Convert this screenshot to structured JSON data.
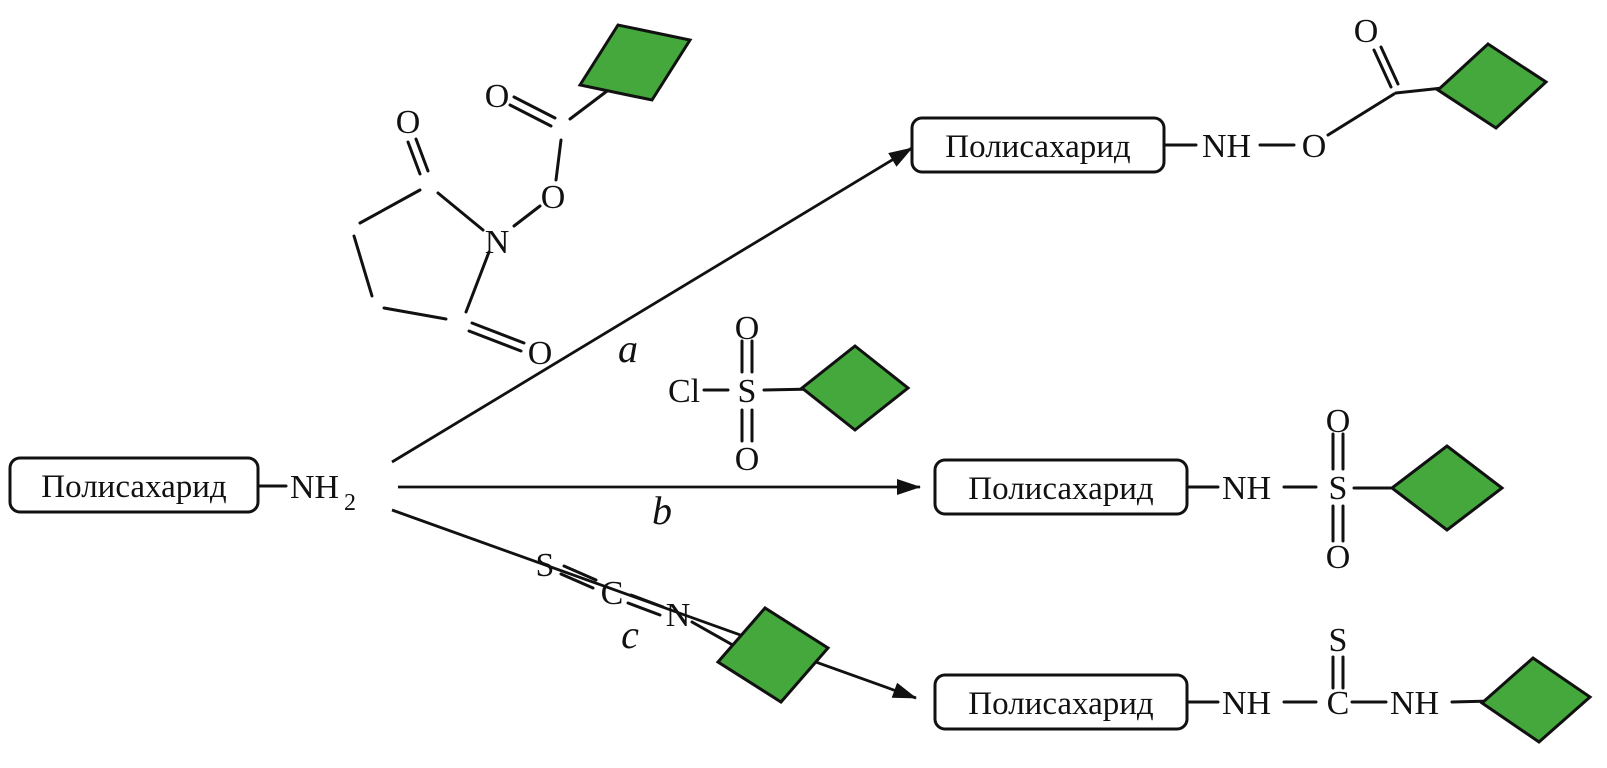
{
  "diagram": {
    "type": "chemical-reaction-scheme",
    "colors": {
      "diamond_fill": "#44A83C",
      "line": "#111111"
    },
    "reactant": {
      "label": "Полисахарид",
      "amine": "NH",
      "amine_subscript": "2"
    },
    "steps": {
      "a": "a",
      "b": "b",
      "c": "c"
    },
    "reagents": {
      "nhs_ester": {
        "carbonyl_o": "O",
        "ester_o": "O",
        "ring_n": "N",
        "ring_o_top": "O",
        "ring_o_bottom": "O"
      },
      "sulfonyl_chloride": {
        "cl": "Cl",
        "s": "S",
        "o_top": "O",
        "o_bottom": "O"
      },
      "isothiocyanate": {
        "s": "S",
        "c": "C",
        "n": "N"
      }
    },
    "products": {
      "a": {
        "label": "Полисахарид",
        "nh": "NH",
        "ester_o": "O",
        "carbonyl_o": "O"
      },
      "b": {
        "label": "Полисахарид",
        "nh": "NH",
        "s": "S",
        "o_top": "O",
        "o_bottom": "O"
      },
      "c": {
        "label": "Полисахарид",
        "nh_left": "NH",
        "c": "C",
        "s": "S",
        "nh_right": "NH"
      }
    }
  }
}
